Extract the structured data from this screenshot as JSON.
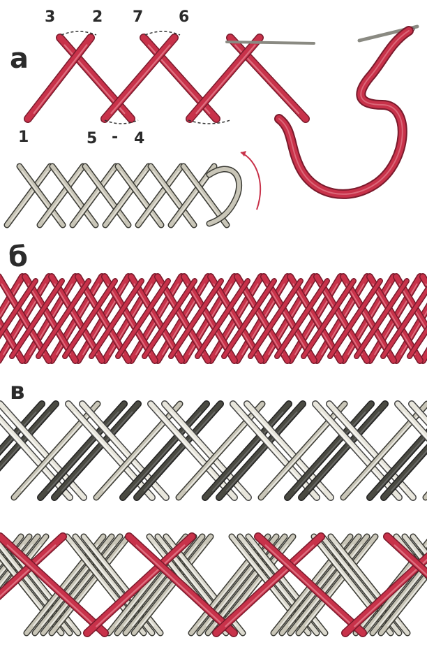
{
  "figure": {
    "labels": {
      "a": "а",
      "b": "б",
      "v": "в"
    },
    "step_numbers": [
      "1",
      "2",
      "3",
      "4",
      "5",
      "6",
      "7"
    ],
    "step_separator": "-",
    "colors": {
      "red_thread": "#c8324a",
      "red_thread_dark": "#7a1a2c",
      "red_thread_light": "#e88a98",
      "grey_thread": "#c9c6b8",
      "grey_thread_dark": "#3a3a34",
      "dark_thread": "#4a4a42",
      "needle": "#8a8a82",
      "label": "#2b2b2b"
    },
    "rows": [
      {
        "id": "a-top",
        "description": "red herringbone with numbered stitch order and needle"
      },
      {
        "id": "a-bottom",
        "description": "grey herringbone with working thread"
      },
      {
        "id": "b",
        "description": "red double herringbone band"
      },
      {
        "id": "v-top",
        "description": "grey and dark interlaced herringbone"
      },
      {
        "id": "v-bottom",
        "description": "grey herringbone overlaid with red crosses"
      }
    ]
  }
}
